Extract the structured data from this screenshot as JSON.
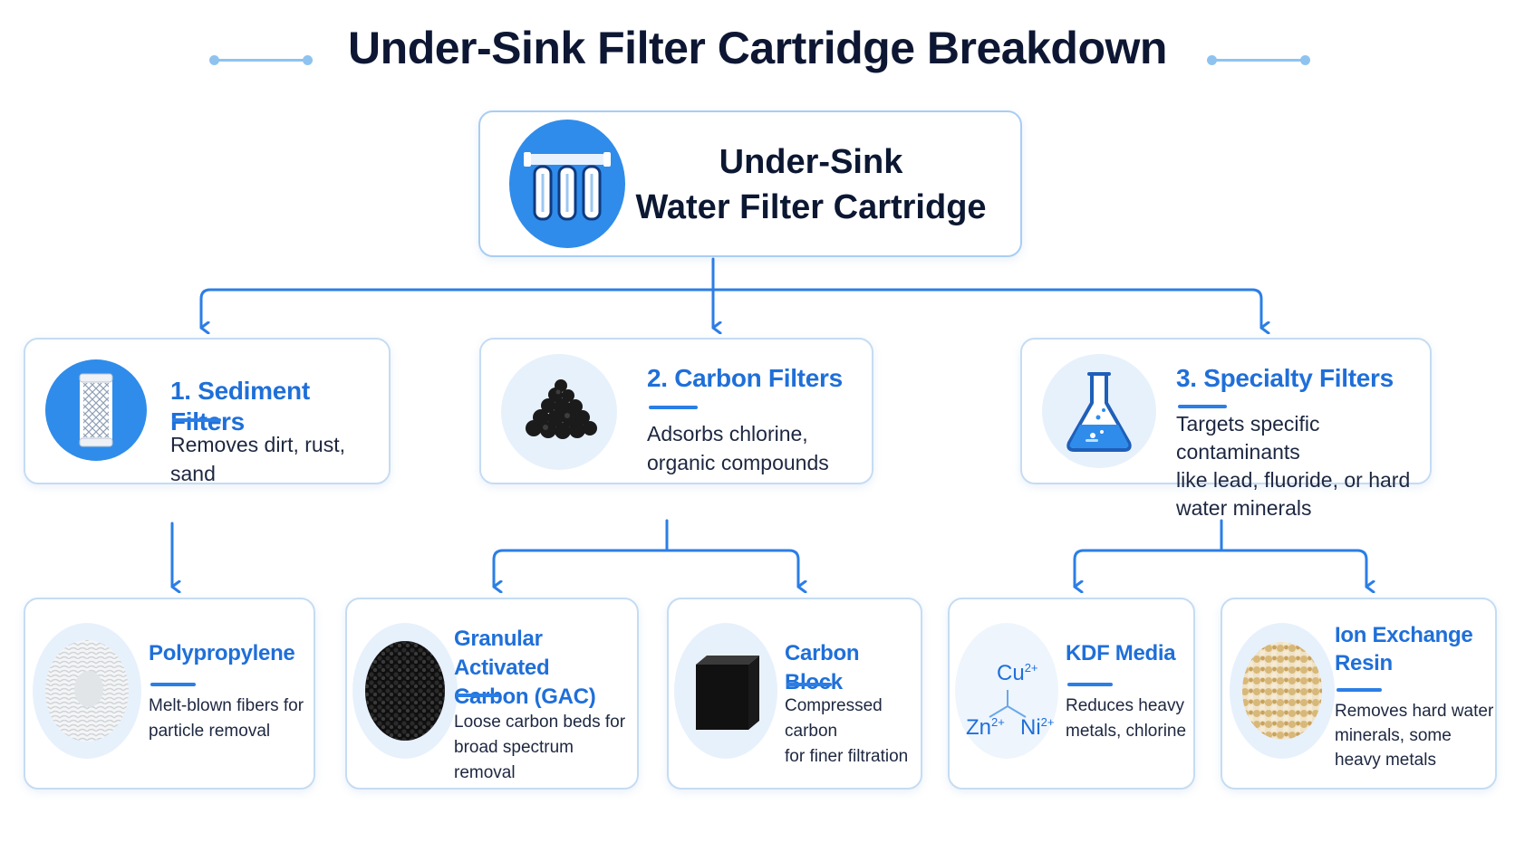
{
  "title": "Under-Sink Filter Cartridge Breakdown",
  "root": {
    "line1": "Under-Sink",
    "line2": "Water Filter Cartridge",
    "icon": "three-stage-filter-icon"
  },
  "categories": [
    {
      "id": "sediment",
      "title": "1. Sediment Filters",
      "desc": [
        "Removes dirt, rust, sand"
      ],
      "icon": "sediment-cartridge-icon"
    },
    {
      "id": "carbon",
      "title": "2. Carbon Filters",
      "desc": [
        "Adsorbs chlorine,",
        "organic compounds"
      ],
      "icon": "carbon-pellets-icon"
    },
    {
      "id": "specialty",
      "title": "3. Specialty Filters",
      "desc": [
        "Targets specific contaminants",
        "like lead, fluoride, or hard",
        "water minerals"
      ],
      "icon": "flask-icon"
    }
  ],
  "subtypes": [
    {
      "id": "pp",
      "title": [
        "Polypropylene"
      ],
      "desc": [
        "Melt-blown fibers for",
        "particle removal"
      ],
      "icon": "polypropylene-fiber-icon"
    },
    {
      "id": "gac",
      "title": [
        "Granular Activated",
        "Carbon (GAC)"
      ],
      "desc": [
        "Loose carbon beds for",
        "broad spectrum removal"
      ],
      "icon": "granular-carbon-icon"
    },
    {
      "id": "block",
      "title": [
        "Carbon Block"
      ],
      "desc": [
        "Compressed carbon",
        "for finer filtration"
      ],
      "icon": "carbon-block-icon"
    },
    {
      "id": "kdf",
      "title": [
        "KDF Media"
      ],
      "desc": [
        "Reduces heavy",
        "metals, chlorine"
      ],
      "icon": "metal-ions-icon"
    },
    {
      "id": "ion",
      "title": [
        "Ion Exchange",
        "Resin"
      ],
      "desc": [
        "Removes hard water",
        "minerals, some",
        "heavy metals"
      ],
      "icon": "resin-beads-icon"
    }
  ],
  "kdf_ions": {
    "cu": "Cu",
    "cu_charge": "2+",
    "zn": "Zn",
    "zn_charge": "2+",
    "ni": "Ni",
    "ni_charge": "2+"
  },
  "colors": {
    "accent": "#1f6fd9",
    "connector": "#2b7ee6",
    "title": "#0d1733",
    "icon_bg": "#2f8cea",
    "border": "#c5dcf3"
  }
}
